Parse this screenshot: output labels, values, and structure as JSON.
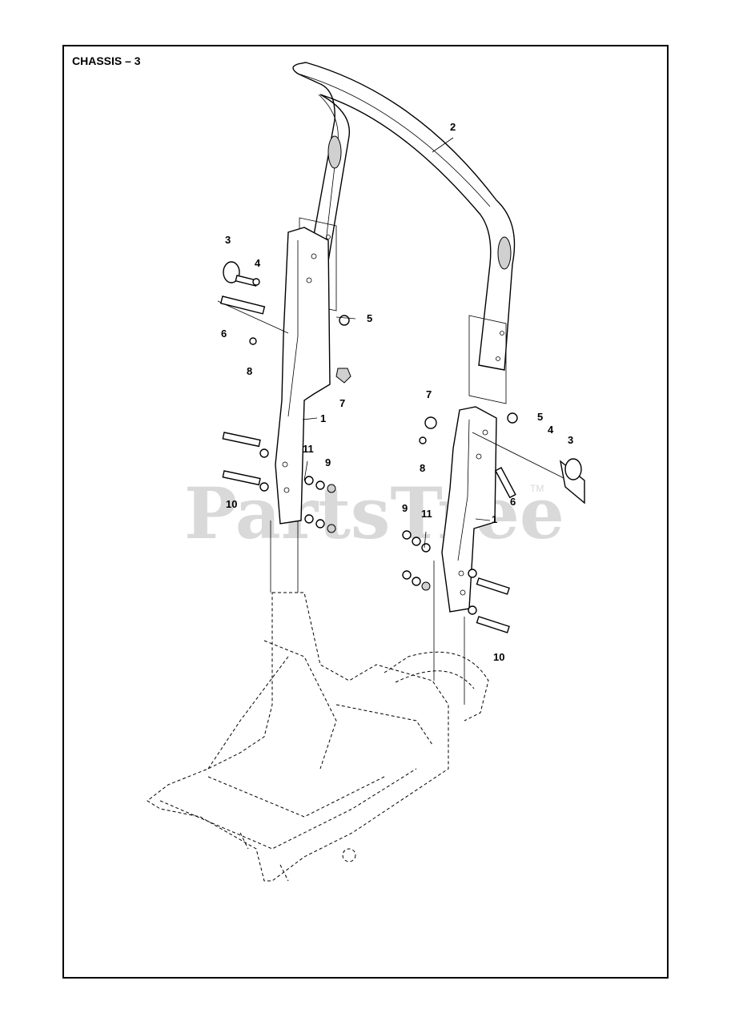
{
  "title": "CHASSIS – 3",
  "watermark": "PartsTree",
  "watermark_mark": "TM",
  "callouts": {
    "c2": "2",
    "c3a": "3",
    "c4a": "4",
    "c6a": "6",
    "c8a": "8",
    "c5a": "5",
    "c7a": "7",
    "c1a": "1",
    "c11a": "11",
    "c9a": "9",
    "c10a": "10",
    "c7b": "7",
    "c5b": "5",
    "c4b": "4",
    "c3b": "3",
    "c8b": "8",
    "c6b": "6",
    "c1b": "1",
    "c9b": "9",
    "c11b": "11",
    "c10b": "10"
  }
}
